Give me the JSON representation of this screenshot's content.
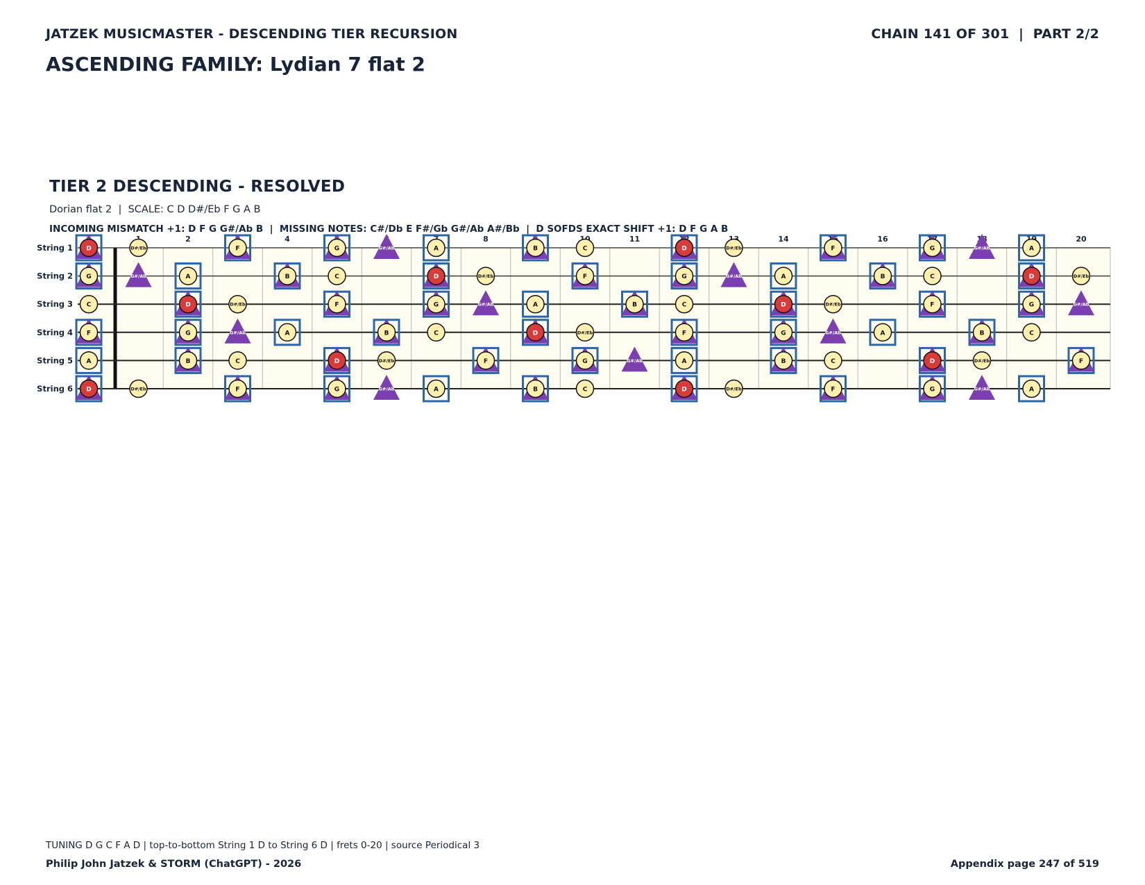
{
  "header": {
    "series": "JATZEK MUSICMASTER - DESCENDING TIER RECURSION",
    "chain": "CHAIN 141 OF 301  |  PART 2/2",
    "family": "ASCENDING FAMILY: Lydian 7 flat 2"
  },
  "tier": {
    "title": "TIER 2 DESCENDING - RESOLVED",
    "subtitle": "Dorian flat 2  |  SCALE: C D D#/Eb F G A B",
    "info": "INCOMING MISMATCH +1: D F G G#/Ab B  |  MISSING NOTES: C#/Db E F#/Gb G#/Ab A#/Bb  |  D SOFDS EXACT SHIFT +1: D F G A B"
  },
  "colors": {
    "board": "#fffdf0",
    "note_fill": "#fff0b0",
    "root_fill": "#d93a3a",
    "triangle": "#7b3fb0",
    "box": "#2a66a8",
    "text": "#18243a"
  },
  "fretboard": {
    "frets": [
      0,
      1,
      2,
      3,
      4,
      5,
      6,
      7,
      8,
      9,
      10,
      11,
      12,
      13,
      14,
      15,
      16,
      17,
      18,
      19,
      20
    ],
    "fret_labels": [
      "1",
      "2",
      "3",
      "4",
      "5",
      "6",
      "7",
      "8",
      "9",
      "10",
      "11",
      "12",
      "13",
      "14",
      "15",
      "16",
      "17",
      "18",
      "19",
      "20"
    ],
    "strings": [
      {
        "label": "String 1",
        "open": "D",
        "notes": [
          "D",
          "D#/Eb",
          "",
          "F",
          "",
          "G",
          "G#/Ab",
          "A",
          "",
          "B",
          "C",
          "",
          "D",
          "D#/Eb",
          "",
          "F",
          "",
          "G",
          "G#/Ab",
          "A",
          ""
        ]
      },
      {
        "label": "String 2",
        "open": "G",
        "notes": [
          "G",
          "G#/Ab",
          "A",
          "",
          "B",
          "C",
          "",
          "D",
          "D#/Eb",
          "",
          "F",
          "",
          "G",
          "G#/Ab",
          "A",
          "",
          "B",
          "C",
          "",
          "D",
          "D#/Eb"
        ]
      },
      {
        "label": "String 3",
        "open": "C",
        "notes": [
          "C",
          "",
          "D",
          "D#/Eb",
          "",
          "F",
          "",
          "G",
          "G#/Ab",
          "A",
          "",
          "B",
          "C",
          "",
          "D",
          "D#/Eb",
          "",
          "F",
          "",
          "G",
          "G#/Ab"
        ]
      },
      {
        "label": "String 4",
        "open": "F",
        "notes": [
          "F",
          "",
          "G",
          "G#/Ab",
          "A",
          "",
          "B",
          "C",
          "",
          "D",
          "D#/Eb",
          "",
          "F",
          "",
          "G",
          "G#/Ab",
          "A",
          "",
          "B",
          "C",
          ""
        ]
      },
      {
        "label": "String 5",
        "open": "A",
        "notes": [
          "A",
          "",
          "B",
          "C",
          "",
          "D",
          "D#/Eb",
          "",
          "F",
          "",
          "G",
          "G#/Ab",
          "A",
          "",
          "B",
          "C",
          "",
          "D",
          "D#/Eb",
          "",
          "F"
        ]
      },
      {
        "label": "String 6",
        "open": "D",
        "notes": [
          "D",
          "D#/Eb",
          "",
          "F",
          "",
          "G",
          "G#/Ab",
          "A",
          "",
          "B",
          "C",
          "",
          "D",
          "D#/Eb",
          "",
          "F",
          "",
          "G",
          "G#/Ab",
          "A",
          ""
        ]
      }
    ],
    "root": "D",
    "shift_notes": [
      "D",
      "F",
      "G",
      "A",
      "B"
    ],
    "mismatch_notes": [
      "D",
      "F",
      "G",
      "G#/Ab",
      "B"
    ],
    "triangle_only": [
      "G#/Ab"
    ]
  },
  "footer": {
    "tuning": "TUNING D G C F A D | top-to-bottom String 1 D to String 6 D | frets 0-20 | source Periodical 3",
    "author": "Philip John Jatzek & STORM (ChatGPT) - 2026",
    "page": "Appendix page 247 of 519"
  }
}
